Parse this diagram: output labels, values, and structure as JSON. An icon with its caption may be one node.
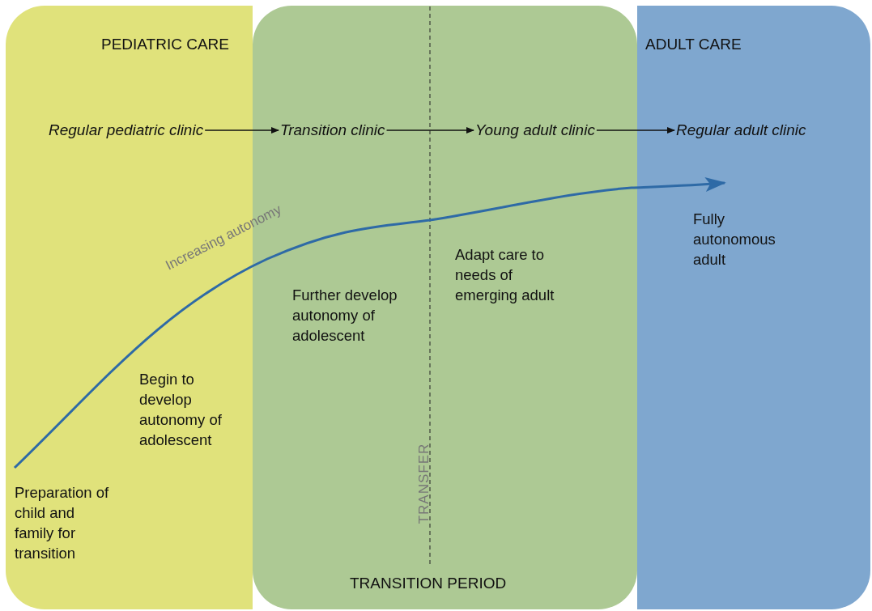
{
  "diagram": {
    "nodes": [
      {
        "text": [
          "PEDIATRIC CARE"
        ]
      },
      {
        "text": [
          "TRANSITION PERIOD"
        ]
      },
      {
        "text": [
          "ADULT CARE"
        ]
      },
      {
        "text": [
          "Regular pediatric clinic"
        ],
        "in": 0
      },
      {
        "text": [
          "Transition clinic"
        ],
        "in": 1
      },
      {
        "text": [
          "Young adult clinic"
        ],
        "in": 1
      },
      {
        "text": [
          "Regular adult clinic"
        ],
        "in": 2
      }
    ],
    "edges": [
      {
        "from": 3,
        "to": 4,
        "arrow": "to"
      },
      {
        "from": 4,
        "to": 5,
        "arrow": "to"
      },
      {
        "from": 5,
        "to": 6,
        "arrow": "to"
      }
    ],
    "labels": [
      "Fully autonomous adult",
      "Adapt care to needs of emerging adult",
      "Increasing autonomy",
      "Further develop autonomy of adolescent",
      "Begin to develop autonomy of adolescent",
      "TRANSFER",
      "Preparation of child and family for transition"
    ]
  }
}
